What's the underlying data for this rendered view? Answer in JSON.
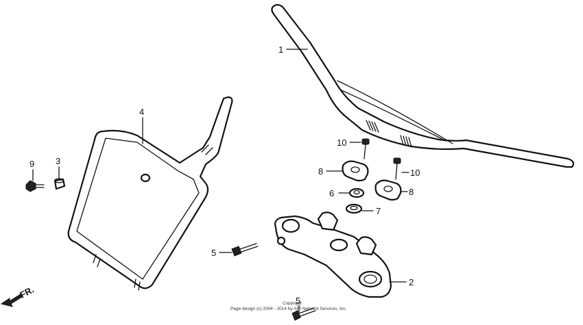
{
  "callouts": {
    "p1": "1",
    "p2": "2",
    "p3": "3",
    "p4": "4",
    "p5a": "5",
    "p5b": "5",
    "p6": "6",
    "p7": "7",
    "p8a": "8",
    "p8b": "8",
    "p9": "9",
    "p10a": "10",
    "p10b": "10"
  },
  "direction": {
    "label": "FR."
  },
  "footer": {
    "copyright": "Copyright",
    "line": "Page design (c) 2004 - 2014 by ARI Network Services, Inc."
  }
}
